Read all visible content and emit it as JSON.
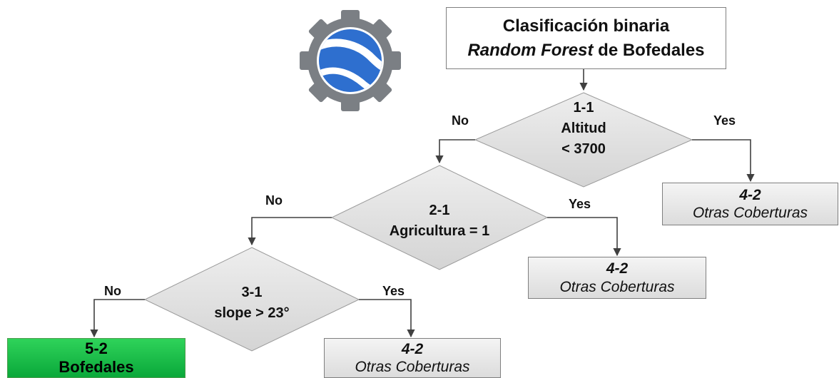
{
  "title": {
    "line1": "Clasificación binaria",
    "line2_italic": "Random Forest",
    "line2_rest": " de Bofedales"
  },
  "decisions": [
    {
      "code": "1-1",
      "lines": [
        "Altitud",
        "< 3700"
      ],
      "no": "No",
      "yes": "Yes"
    },
    {
      "code": "2-1",
      "lines": [
        "Agricultura = 1"
      ],
      "no": "No",
      "yes": "Yes"
    },
    {
      "code": "3-1",
      "lines": [
        "slope > 23°"
      ],
      "no": "No",
      "yes": "Yes"
    }
  ],
  "leaves": [
    {
      "code": "4-2",
      "name": "Otras Coberturas"
    },
    {
      "code": "4-2",
      "name": "Otras Coberturas"
    },
    {
      "code": "4-2",
      "name": "Otras Coberturas"
    },
    {
      "code": "5-2",
      "name": "Bofedales"
    }
  ],
  "colors": {
    "diamond_fill": "#dcdcdc",
    "leaf_fill": "#e6e6e6",
    "bofedales_fill": "#12b844",
    "connector": "#404040",
    "logo_gear": "#7b7f84",
    "logo_globe": "#2e6fcf"
  },
  "logo_icon": "earth-engine-gear-globe-icon"
}
